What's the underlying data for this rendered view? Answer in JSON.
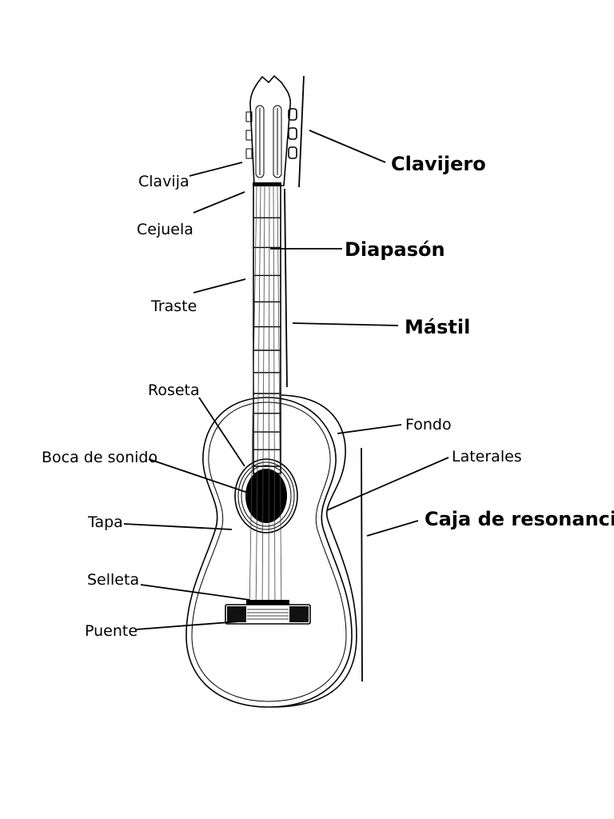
{
  "diagram": {
    "labels_left": {
      "clavija": "Clavija",
      "cejuela": "Cejuela",
      "traste": "Traste",
      "roseta": "Roseta",
      "boca": "Boca de sonido",
      "tapa": "Tapa",
      "selleta": "Selleta",
      "puente": "Puente"
    },
    "labels_right": {
      "fondo": "Fondo",
      "laterales": "Laterales"
    },
    "sections": {
      "clavijero": "Clavijero",
      "diapason": "Diapasón",
      "mastil": "Mástil",
      "caja": "Caja de resonancia"
    }
  }
}
